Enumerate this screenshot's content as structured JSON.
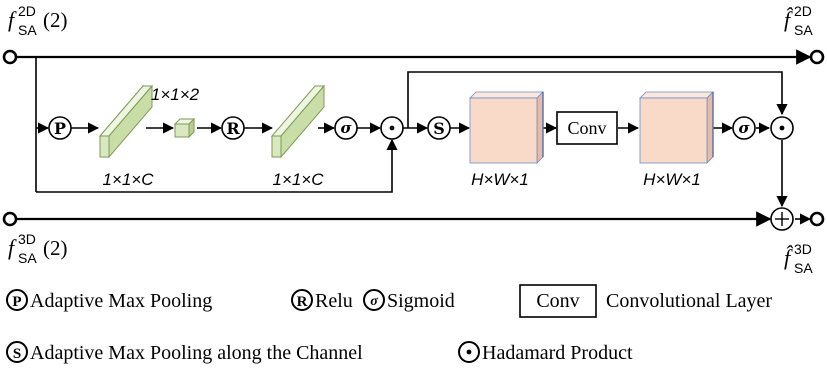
{
  "labels": {
    "f2d_in": "f",
    "f2d_in_sub": "SA",
    "f2d_in_sup": "2D",
    "f2d_in_arg": "(2)",
    "f2d_out": "f̂",
    "f2d_out_sub": "SA",
    "f2d_out_sup": "2D",
    "f3d_in": "f",
    "f3d_in_sub": "SA",
    "f3d_in_sup": "3D",
    "f3d_in_arg": "(2)",
    "f3d_out": "f̂",
    "f3d_out_sub": "SA",
    "f3d_out_sup": "3D"
  },
  "ops": {
    "pool": "P",
    "relu": "R",
    "sigmoid": "σ",
    "hadamard": "·",
    "spatial": "S",
    "conv": "Conv",
    "add": "+"
  },
  "dims": {
    "d1": "1×1×C",
    "d2": "1×1×2",
    "d3": "1×1×C",
    "d4": "H×W×1",
    "d5": "H×W×1"
  },
  "legend": {
    "pool": "Adaptive Max Pooling",
    "relu": "Relu",
    "sigmoid": "Sigmoid",
    "conv_box": "Conv",
    "conv": "Convolutional Layer",
    "spatial": "Adaptive Max Pooling along the Channel",
    "hadamard": "Hadamard Product"
  },
  "colors": {
    "block_green_front": "#d9e8bf",
    "block_green_top": "#eef5e0",
    "block_green_side": "#b7cf8f",
    "block_pink": "#f9d9c7",
    "block_pink_top": "#fbe7db",
    "block_pink_side": "#e9b9a0",
    "stroke": "#000000",
    "accent_blue": "#4472c4"
  }
}
